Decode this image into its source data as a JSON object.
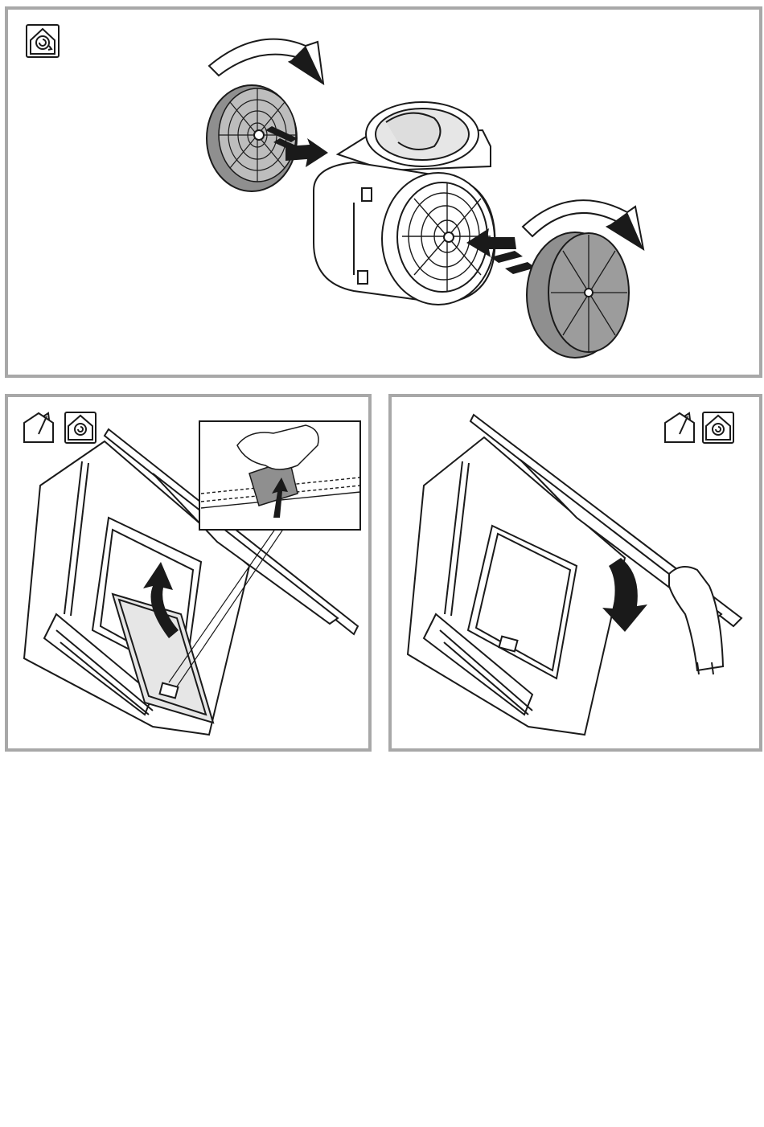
{
  "page": {
    "background": "#ffffff",
    "frame_color": "#a8a8a8",
    "line_color": "#1a1a1a",
    "fill_gray": "#8f8f8f",
    "fill_light": "#e6e6e6"
  },
  "panels": [
    {
      "id": "replace-carbon-filters",
      "icons": [
        "recirculation-mode-icon"
      ],
      "arrows": [
        "rotate-clockwise-arrow",
        "insert-arrow",
        "insert-arrow",
        "rotate-clockwise-arrow"
      ]
    },
    {
      "id": "remove-grease-filter",
      "icons": [
        "extraction-mode-icon",
        "recirculation-mode-icon"
      ],
      "arrows": [
        "lift-arrow",
        "unlock-arrow"
      ]
    },
    {
      "id": "close-front-panel",
      "icons": [
        "extraction-mode-icon",
        "recirculation-mode-icon"
      ],
      "arrows": [
        "close-panel-arrow"
      ]
    }
  ]
}
